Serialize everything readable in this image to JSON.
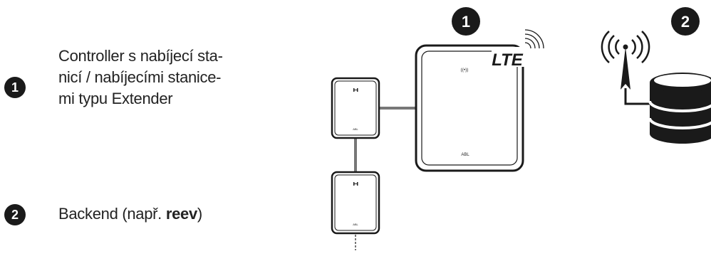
{
  "legend": {
    "item1": {
      "number": "1",
      "lines": [
        "Controller s nabíjecí sta-",
        "nicí / nabíjecími stanice-",
        "mi typu Extender"
      ]
    },
    "item2": {
      "number": "2",
      "text_prefix": "Backend (např. ",
      "text_bold": "reev",
      "text_suffix": ")"
    }
  },
  "diagram": {
    "badge1": "1",
    "badge2": "2",
    "lte_label": "LTE",
    "controller_brand": "ABL",
    "controller_rfid_symbol": "((•))",
    "extender_brand": "ABL"
  }
}
